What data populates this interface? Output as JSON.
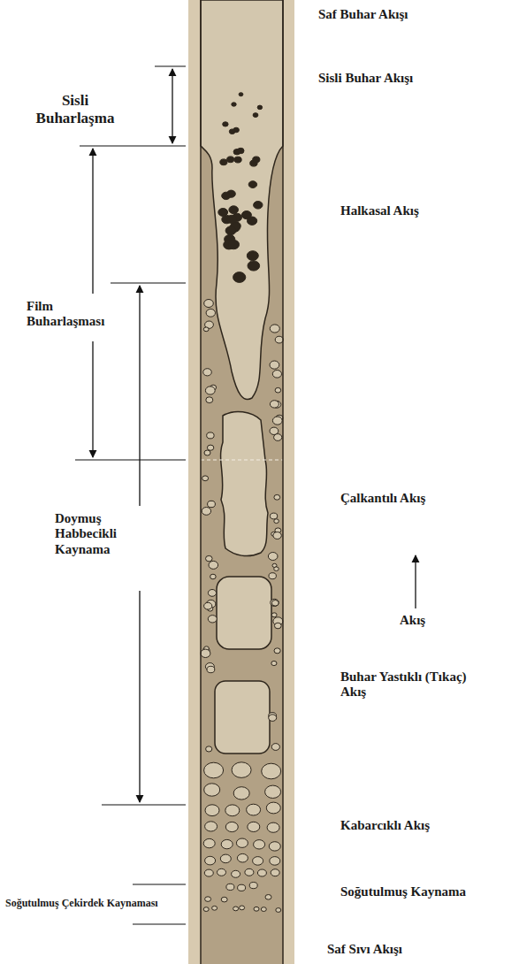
{
  "diagram": {
    "labels": [
      "Saf Buhar Akışı",
      "Sisli Buhar Akışı",
      "Halkasal Akış",
      "Çalkantılı Akış",
      "Akış",
      "Buhar Yastıklı (Tıkaç) Akış",
      "Kabarcıklı Akış",
      "Soğutulmuş Kaynama",
      "Saf Sıvı Akışı",
      "Sisli Buharlaşma",
      "Film Buharlaşması",
      "Doymuş Habbecikli Kaynama",
      "Soğutulmuş Çekirdek Kaynaması"
    ]
  }
}
